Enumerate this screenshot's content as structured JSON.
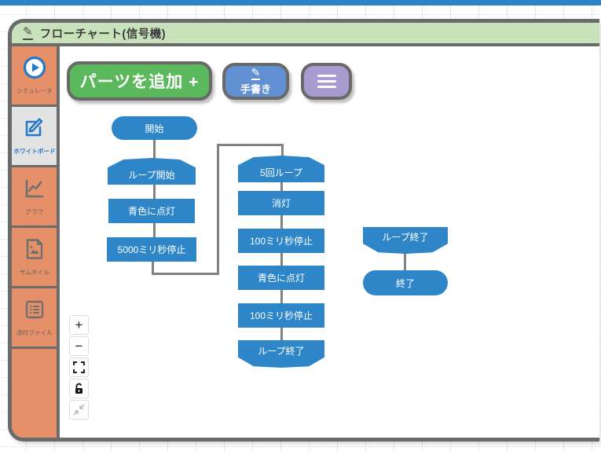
{
  "window": {
    "title": "フローチャート(信号機)"
  },
  "sidebar": {
    "items": [
      {
        "label": "シミュレータ",
        "icon": "play-icon"
      },
      {
        "label": "ホワイトボード",
        "icon": "whiteboard-edit-icon"
      },
      {
        "label": "グラフ",
        "icon": "line-chart-icon"
      },
      {
        "label": "サムネイル",
        "icon": "thumbnail-image-icon"
      },
      {
        "label": "添付ファイル",
        "icon": "attachment-list-icon"
      }
    ],
    "active_item": "ホワイトボード"
  },
  "toolbar": {
    "add_parts_label": "パーツを追加 +",
    "handwriting_label": "手書き",
    "menu_icon": "hamburger-icon"
  },
  "zoom_controls": {
    "zoom_in_label": "+",
    "zoom_out_label": "−",
    "icons": [
      "fullscreen-icon",
      "unlock-icon",
      "collapse-arrows-icon"
    ]
  },
  "flowchart": {
    "nodes": [
      {
        "id": "start",
        "shape": "pill",
        "label": "開始"
      },
      {
        "id": "loop-start",
        "shape": "loop-start",
        "label": "ループ開始"
      },
      {
        "id": "blue-on-1",
        "shape": "rect",
        "label": "青色に点灯"
      },
      {
        "id": "wait-5000",
        "shape": "rect",
        "label": "5000ミリ秒停止"
      },
      {
        "id": "loop-5-times",
        "shape": "loop-start",
        "label": "5回ループ"
      },
      {
        "id": "light-off",
        "shape": "rect",
        "label": "消灯"
      },
      {
        "id": "wait-100-1",
        "shape": "rect",
        "label": "100ミリ秒停止"
      },
      {
        "id": "blue-on-2",
        "shape": "rect",
        "label": "青色に点灯"
      },
      {
        "id": "wait-100-2",
        "shape": "rect",
        "label": "100ミリ秒停止"
      },
      {
        "id": "loop-end-inner",
        "shape": "loop-end",
        "label": "ループ終了"
      },
      {
        "id": "loop-end-outer",
        "shape": "loop-end",
        "label": "ループ終了"
      },
      {
        "id": "end",
        "shape": "pill",
        "label": "終了"
      }
    ]
  },
  "colors": {
    "topbar_blue": "#2e82c8",
    "frame_gray": "#6b6b6b",
    "header_green": "#c8e3bb",
    "sidebar_orange": "#e69069",
    "node_blue": "#2e86c9",
    "button_green": "#5cb85c",
    "button_blue": "#6090d2",
    "button_purple": "#a89cd0",
    "connector_gray": "#828282"
  }
}
